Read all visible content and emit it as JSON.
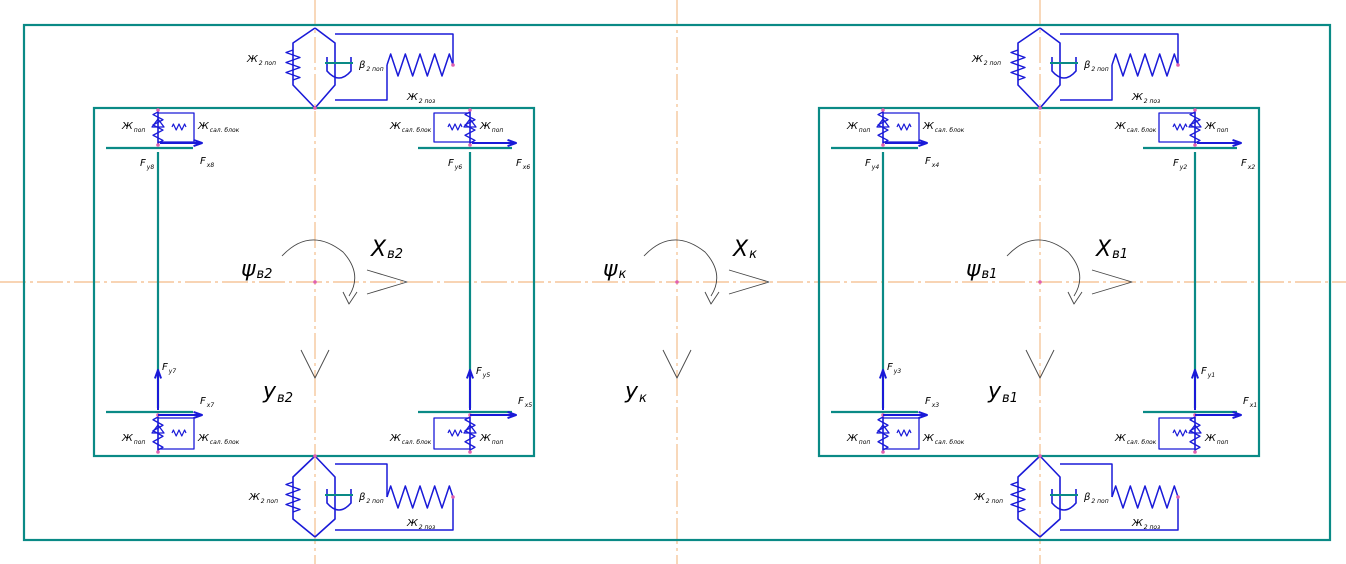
{
  "colors": {
    "frame": "#0a8a86",
    "element": "#1a1ad8",
    "axis": "#f0a868",
    "node": "#e060b0",
    "motion": "#444444"
  },
  "labels": {
    "zh": "Ж",
    "pop": "поп",
    "sal_blok": "сал. блок",
    "two_pop": "2 поп",
    "two_poz": "2 поз",
    "beta": "β",
    "psi": "ψ",
    "X": "X",
    "Y": "y",
    "F": "F"
  },
  "bogies": [
    {
      "id": "b2",
      "psi_sub": "в2",
      "x_sub": "в2",
      "y_sub": "в2",
      "forces": {
        "tl": [
          "у8",
          "х8"
        ],
        "tr": [
          "у6",
          "х6"
        ],
        "bl": [
          "у7",
          "х7"
        ],
        "br": [
          "у5",
          "х5"
        ]
      }
    },
    {
      "id": "b1",
      "psi_sub": "в1",
      "x_sub": "в1",
      "y_sub": "в1",
      "forces": {
        "tl": [
          "у4",
          "х4"
        ],
        "tr": [
          "у2",
          "х2"
        ],
        "bl": [
          "у3",
          "х3"
        ],
        "br": [
          "у1",
          "х1"
        ]
      }
    }
  ],
  "body": {
    "psi_sub": "к",
    "x_sub": "к",
    "y_sub": "к"
  }
}
